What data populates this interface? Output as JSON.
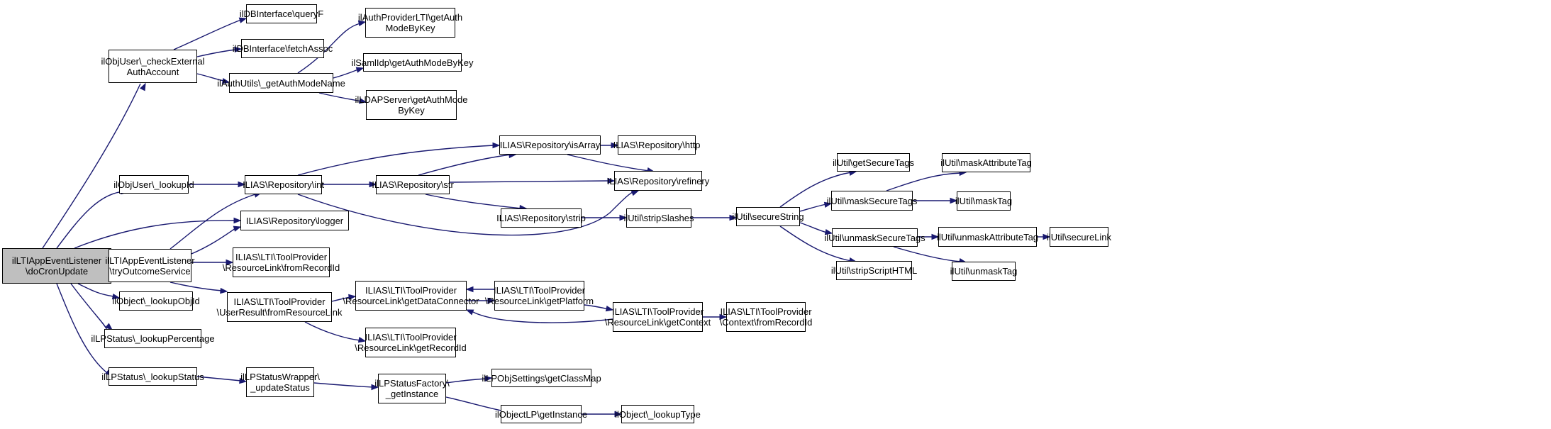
{
  "diagram": {
    "type": "call-graph",
    "colors": {
      "edge": "#191970",
      "root_fill": "#bfbfbf",
      "node_fill": "#ffffff",
      "node_border": "#000000"
    },
    "nodes": {
      "root": "ilLTIAppEventListener\n\\doCronUpdate",
      "checkExt": "ilObjUser\\_checkExternal\nAuthAccount",
      "lookupId": "ilObjUser\\_lookupId",
      "logger": "ILIAS\\Repository\\logger",
      "tryOutcome": "ilLTIAppEventListener\n\\tryOutcomeService",
      "lookupObjId": "ilObject\\_lookupObjId",
      "lookupPct": "ilLPStatus\\_lookupPercentage",
      "lookupStatus": "ilLPStatus\\_lookupStatus",
      "queryF": "ilDBInterface\\queryF",
      "fetchAssoc": "ilDBInterface\\fetchAssoc",
      "getAuthModeName": "ilAuthUtils\\_getAuthModeName",
      "ltiGetAuth": "ilAuthProviderLTI\\getAuth\nModeByKey",
      "samlGetAuth": "ilSamlIdp\\getAuthModeByKey",
      "ldapGetAuth": "ilLDAPServer\\getAuthMode\nByKey",
      "int": "ILIAS\\Repository\\int",
      "str": "ILIAS\\Repository\\str",
      "isArray": "ILIAS\\Repository\\isArray",
      "http": "ILIAS\\Repository\\http",
      "refinery": "ILIAS\\Repository\\refinery",
      "strip": "ILIAS\\Repository\\strip",
      "stripSlashes": "ilUtil\\stripSlashes",
      "secureString": "ilUtil\\secureString",
      "getSecureTags": "ilUtil\\getSecureTags",
      "maskSecureTags": "ilUtil\\maskSecureTags",
      "maskAttributeTag": "ilUtil\\maskAttributeTag",
      "maskTag": "ilUtil\\maskTag",
      "unmaskSecureTags": "ilUtil\\unmaskSecureTags",
      "unmaskAttributeTag": "ilUtil\\unmaskAttributeTag",
      "secureLink": "ilUtil\\secureLink",
      "unmaskTag": "ilUtil\\unmaskTag",
      "stripScriptHTML": "ilUtil\\stripScriptHTML",
      "rlFromRecordId": "ILIAS\\LTI\\ToolProvider\n\\ResourceLink\\fromRecordId",
      "urFromResourceLink": "ILIAS\\LTI\\ToolProvider\n\\UserResult\\fromResourceLink",
      "rlGetDataConnector": "ILIAS\\LTI\\ToolProvider\n\\ResourceLink\\getDataConnector",
      "rlGetPlatform": "ILIAS\\LTI\\ToolProvider\n\\ResourceLink\\getPlatform",
      "rlGetContext": "ILIAS\\LTI\\ToolProvider\n\\ResourceLink\\getContext",
      "ctxFromRecordId": "ILIAS\\LTI\\ToolProvider\n\\Context\\fromRecordId",
      "rlGetRecordId": "ILIAS\\LTI\\ToolProvider\n\\ResourceLink\\getRecordId",
      "updateStatus": "ilLPStatusWrapper\\\n_updateStatus",
      "getInstanceFactory": "ilLPStatusFactory\\\n_getInstance",
      "getClassMap": "ilLPObjSettings\\getClassMap",
      "objectLPGetInstance": "ilObjectLP\\getInstance",
      "lookupType": "ilObject\\_lookupType"
    }
  }
}
